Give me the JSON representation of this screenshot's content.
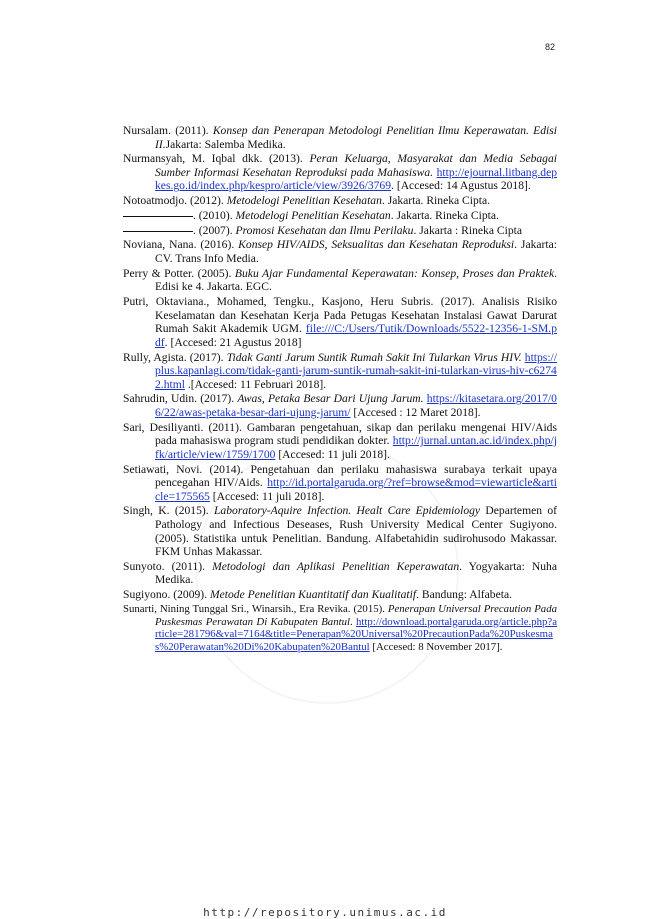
{
  "page_number": "82",
  "footer_url": "http://repository.unimus.ac.id",
  "references": [
    {
      "pre": "Nursalam. (2011). ",
      "title": "Konsep dan Penerapan Metodologi Penelitian Ilmu Keperawatan. Edisi II.",
      "post": "Jakarta: Salemba Medika."
    },
    {
      "pre": "Nurmansyah, M. Iqbal dkk. (2013). ",
      "title": "Peran Keluarga, Masyarakat dan Media Sebagai Sumber Informasi Kesehatan Reproduksi pada Mahasiswa.",
      "link": "http://ejournal.litbang.depkes.go.id/index.php/kespro/article/view/3926/3769",
      "post": ". [Accesed: 14 Agustus 2018]."
    },
    {
      "pre": "Notoatmodjo. (2012). ",
      "title": "Metodelogi Penelitian Kesehatan",
      "post": ". Jakarta. Rineka Cipta."
    },
    {
      "dash": true,
      "pre": ". (2010). ",
      "title": "Metodelogi Penelitian Kesehatan",
      "post": ". Jakarta. Rineka Cipta."
    },
    {
      "dash": true,
      "pre": ". (2007). ",
      "title": "Promosi Kesehatan dan Ilmu Perilaku",
      "post": ". Jakarta : Rineka Cipta"
    },
    {
      "pre": "Noviana, Nana. (2016). ",
      "title": "Konsep HIV/AIDS, Seksualitas dan Kesehatan Reproduksi",
      "post": ". Jakarta: CV. Trans Info Media."
    },
    {
      "pre": "Perry & Potter. (2005). ",
      "title": "Buku Ajar Fundamental Keperawatan: Konsep, Proses dan Praktek",
      "post": ". Edisi ke 4. Jakarta. EGC."
    },
    {
      "pre": "Putri, Oktaviana., Mohamed, Tengku., Kasjono, Heru Subris. (2017). Analisis Risiko Keselamatan dan Kesehatan Kerja Pada Petugas Kesehatan Instalasi Gawat Darurat Rumah Sakit Akademik UGM. ",
      "link": "file:///C:/Users/Tutik/Downloads/5522-12356-1-SM.pdf",
      "post": ". [Accesed: 21 Agustus 2018]"
    },
    {
      "pre": "Rully, Agista. (2017). ",
      "title": "Tidak Ganti Jarum Suntik Rumah Sakit Ini Tularkan Virus HIV.",
      "link": "https://plus.kapanlagi.com/tidak-ganti-jarum-suntik-rumah-sakit-ini-tularkan-virus-hiv-c62742.html",
      "post": " .[Accesed: 11 Februari 2018]."
    },
    {
      "pre": "Sahrudin, Udin. (2017). ",
      "title": "Awas, Petaka Besar Dari Ujung Jarum.",
      "link": "https://kitasetara.org/2017/06/22/awas-petaka-besar-dari-ujung-jarum/",
      "post": " [Accesed : 12 Maret 2018]."
    },
    {
      "pre": "Sari, Desiliyanti. (2011). Gambaran pengetahuan, sikap dan perilaku mengenai HIV/Aids pada mahasiswa program studi pendidikan dokter. ",
      "link": "http://jurnal.untan.ac.id/index.php/jfk/article/view/1759/1700",
      "post": " [Accesed: 11 juli 2018]."
    },
    {
      "pre": "Setiawati, Novi. (2014). Pengetahuan dan perilaku mahasiswa surabaya terkait upaya pencegahan HIV/Aids. ",
      "link": "http://id.portalgaruda.org/?ref=browse&mod=viewarticle&article=175565",
      "post": " [Accesed: 11 juli 2018]."
    },
    {
      "pre": "Singh, K. (2015). ",
      "title": "Laboratory-Aquire Infection. Healt Care Epidemiology",
      "post": " Departemen of Pathology and Infectious Deseases, Rush University Medical Center Sugiyono. (2005). Statistika untuk Penelitian. Bandung. Alfabetahidin sudirohusodo Makassar. FKM Unhas Makassar."
    },
    {
      "pre": "Sunyoto. (2011). ",
      "title": "Metodologi dan Aplikasi Penelitian Keperawatan",
      "post": ". Yogyakarta: Nuha Medika."
    },
    {
      "pre": "Sugiyono. (2009). ",
      "title": "Metode Penelitian Kuantitatif dan Kualitatif",
      "post": ". Bandung: Alfabeta."
    },
    {
      "small": true,
      "pre": "Sunarti, Nining Tunggal Sri., Winarsih., Era Revika. (2015). ",
      "title": "Penerapan Universal Precaution Pada Puskesmas Perawatan Di Kabupaten Bantul",
      "post": ".",
      "link": "http://download.portalgaruda.org/article.php?article=281796&val=7164&title=Penerapan%20Universal%20PrecautionPada%20Puskesmas%20Perawatan%20Di%20Kabupaten%20Bantul",
      "post2": " [Accesed: 8 November 2017]."
    }
  ]
}
